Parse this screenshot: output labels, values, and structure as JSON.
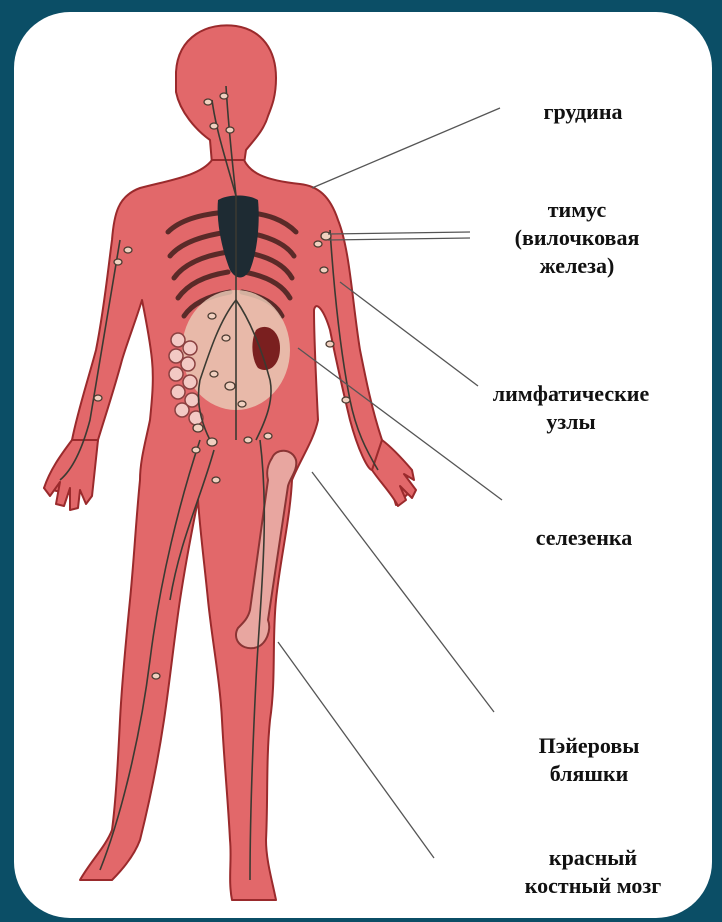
{
  "colors": {
    "frame": "#0b4e66",
    "panel": "#ffffff",
    "skin": "#e2686a",
    "skin_outline": "#9a2a2c",
    "vessel": "#3a3a32",
    "thymus": "#1e2b33",
    "spleen": "#7a1f1f",
    "bone": "#e8a6a0",
    "leader_line": "#555555"
  },
  "labels": {
    "sternum": [
      "грудина"
    ],
    "thymus": [
      "тимус",
      "(вилочковая",
      "железа)"
    ],
    "lymph_nodes": [
      "лимфатические",
      "узлы"
    ],
    "spleen": [
      "селезенка"
    ],
    "peyer": [
      "Пэйеровы",
      "бляшки"
    ],
    "marrow": [
      "красный",
      "костный мозг"
    ]
  }
}
